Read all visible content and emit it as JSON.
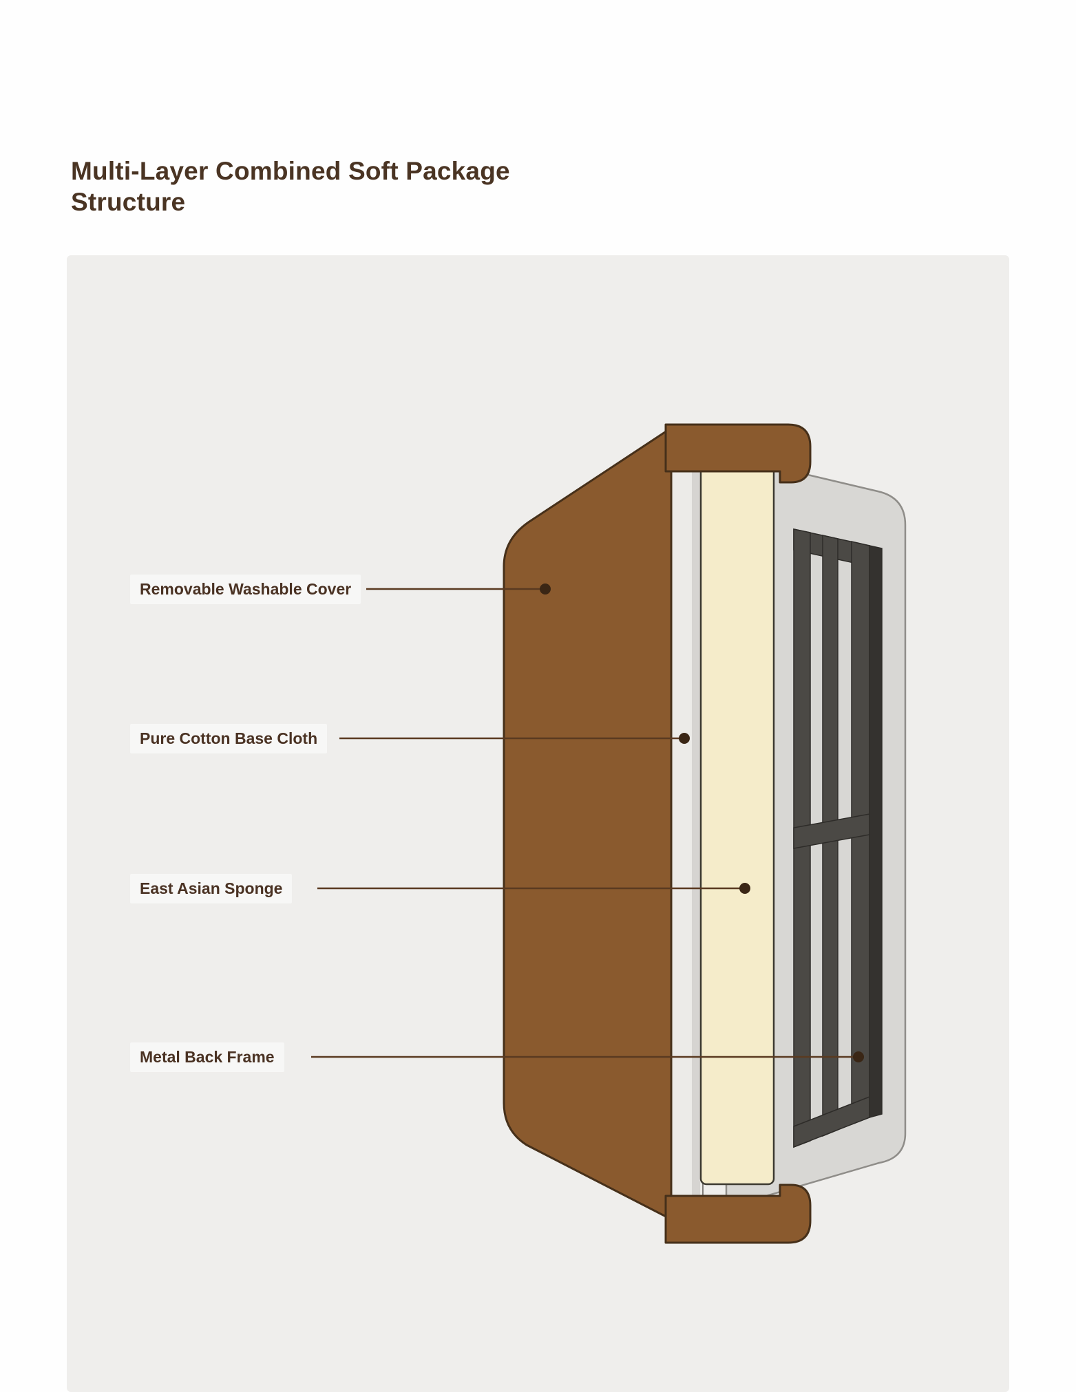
{
  "header": {
    "title": "Multi-Layer Combined Soft Package Structure"
  },
  "diagram": {
    "labels": [
      {
        "text": "Removable Washable Cover"
      },
      {
        "text": "Pure Cotton Base Cloth"
      },
      {
        "text": "East Asian Sponge"
      },
      {
        "text": "Metal Back Frame"
      }
    ],
    "colors": {
      "cover": "#8a5a2e",
      "cover_outline": "#46301a",
      "base_cloth": "#ecebe8",
      "base_cloth_shade": "#d6d4d1",
      "sponge": "#f5ecca",
      "sponge_outline": "#3c3930",
      "back_panel": "#d8d7d4",
      "back_panel_outline": "#8f8d89",
      "metal_frame": "#4b4945",
      "metal_frame_shade": "#34322f",
      "pointer_line": "#5a3a21",
      "pointer_dot": "#3a2615",
      "label_text": "#4a3223",
      "title_text": "#4a3423",
      "panel_bg": "#efeeec",
      "page_bg": "#fefefe"
    }
  }
}
